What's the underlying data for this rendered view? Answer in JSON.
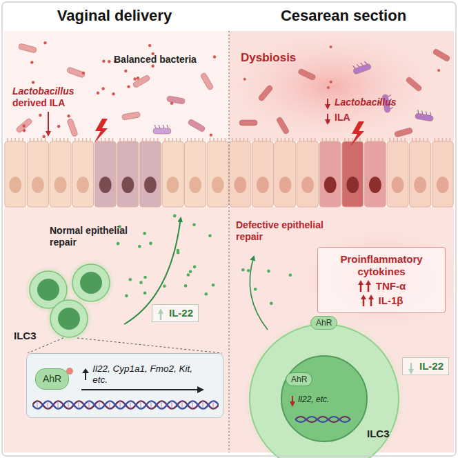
{
  "diagram": {
    "nodes": [
      {
        "text": [
          "Vaginal delivery"
        ]
      },
      {
        "text": [
          "Cesarean section"
        ]
      },
      {
        "text": [
          "AhR",
          "Il22, Cyp1a1, Fmo2, Kit, etc."
        ],
        "in": 0
      },
      {
        "text": [
          "Proinflammatory cytokines",
          "TNF-α",
          "IL-1β"
        ],
        "in": 1
      }
    ],
    "labels": [
      "Balanced bacteria",
      "Lactobacillus",
      "derived ILA",
      "Normal epithelial repair",
      "IL-22",
      "ILC3",
      "Dysbiosis",
      "Lactobacillus",
      "ILA",
      "Defective epithelial repair",
      "IL-22",
      "AhR",
      "AhR",
      "Il22, etc.",
      "ILC3"
    ]
  }
}
